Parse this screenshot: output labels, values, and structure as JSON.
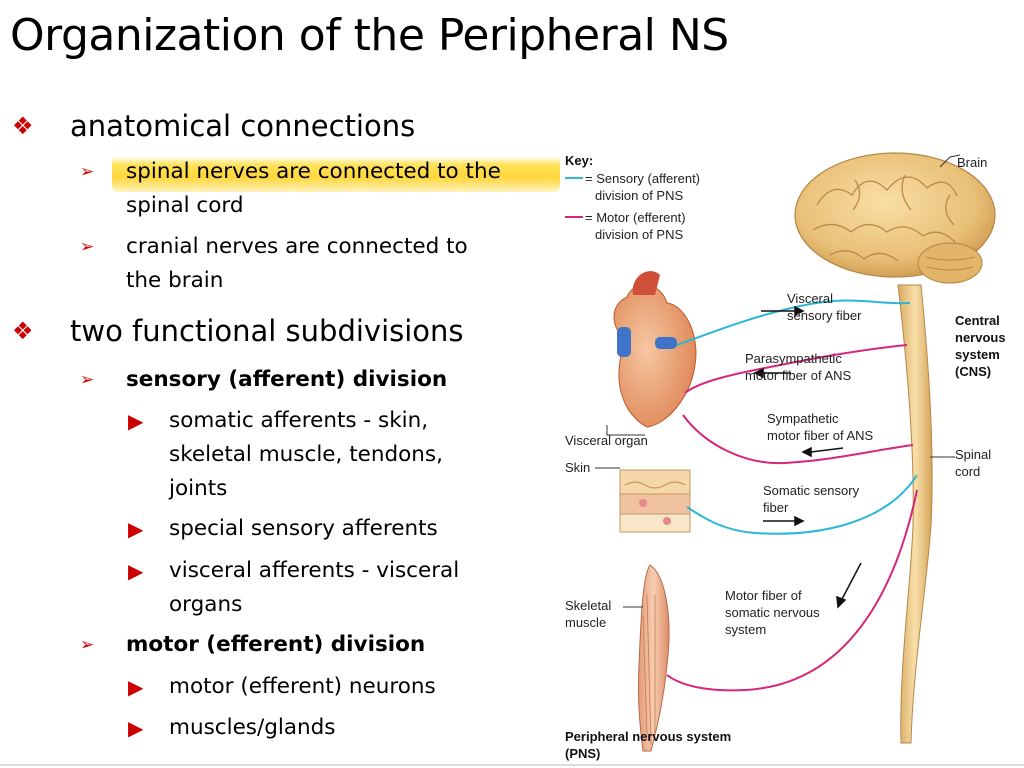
{
  "slide": {
    "title": "Organization of the Peripheral NS",
    "bullets": {
      "b1": "anatomical connections",
      "b1a": "spinal nerves are connected to the",
      "b1a2": "spinal cord",
      "b1b": "cranial nerves are connected to",
      "b1b2": "the brain",
      "b2": "two functional subdivisions",
      "b2a": "sensory (afferent) division",
      "b2a1": "somatic afferents - skin,",
      "b2a1b": "skeletal muscle, tendons,",
      "b2a1c": "joints",
      "b2a2": "special sensory afferents",
      "b2a3": "visceral afferents - visceral",
      "b2a3b": "organs",
      "b2b": "motor (efferent) division",
      "b2b1": "motor (efferent) neurons",
      "b2b2": "muscles/glands"
    },
    "markers": {
      "l1": "❖",
      "l2": "➢",
      "l3": "▶"
    }
  },
  "diagram": {
    "key_title": "Key:",
    "key_sensory_1": "= Sensory (afferent)",
    "key_sensory_2": "division of PNS",
    "key_motor_1": "= Motor (efferent)",
    "key_motor_2": "division of PNS",
    "brain": "Brain",
    "cns_1": "Central",
    "cns_2": "nervous",
    "cns_3": "system",
    "cns_4": "(CNS)",
    "spinal_1": "Spinal",
    "spinal_2": "cord",
    "visceral_sensory_1": "Visceral",
    "visceral_sensory_2": "sensory fiber",
    "parasym_1": "Parasympathetic",
    "parasym_2": "motor fiber of ANS",
    "sym_1": "Sympathetic",
    "sym_2": "motor fiber of ANS",
    "visceral_organ": "Visceral organ",
    "skin": "Skin",
    "somatic_sensory_1": "Somatic sensory",
    "somatic_sensory_2": "fiber",
    "motor_fiber_1": "Motor fiber of",
    "motor_fiber_2": "somatic nervous",
    "motor_fiber_3": "system",
    "skeletal_1": "Skeletal",
    "skeletal_2": "muscle",
    "pns_1": "Peripheral nervous system",
    "pns_2": "(PNS)",
    "colors": {
      "sensory": "#2ab7d8",
      "motor": "#d8267a",
      "nerve": "#f2d08a"
    }
  }
}
